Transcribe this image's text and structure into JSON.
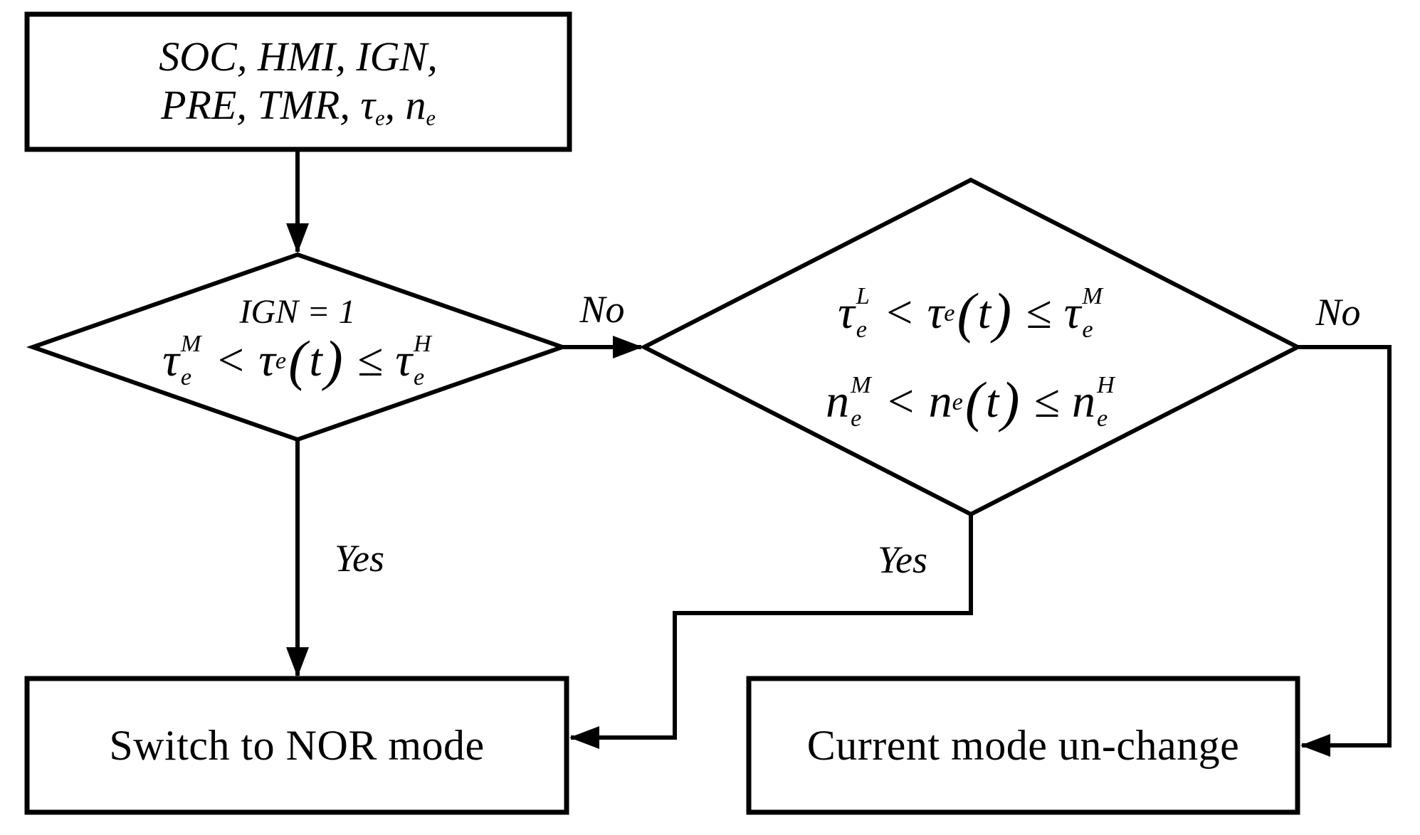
{
  "colors": {
    "ink": "#000000",
    "background": "#ffffff"
  },
  "start_box": {
    "line1": "SOC, HMI, IGN,",
    "line2": [
      {
        "k": "t",
        "t": "PRE, TMR, "
      },
      {
        "k": "t",
        "t": "τ"
      },
      {
        "k": "sub",
        "t": "e"
      },
      {
        "k": "t",
        "t": ", "
      },
      {
        "k": "t",
        "t": "n"
      },
      {
        "k": "sub",
        "t": "e"
      }
    ]
  },
  "decision_left": {
    "condition_line1": "IGN = 1",
    "condition_line2": [
      {
        "k": "t",
        "t": "τ"
      },
      {
        "k": "ss",
        "u": "M",
        "b": "e"
      },
      {
        "k": "op",
        "t": "<"
      },
      {
        "k": "t",
        "t": "τ"
      },
      {
        "k": "sub",
        "t": "e"
      },
      {
        "k": "par",
        "t": "("
      },
      {
        "k": "t",
        "t": "t"
      },
      {
        "k": "par",
        "t": ")"
      },
      {
        "k": "op",
        "t": "≤"
      },
      {
        "k": "t",
        "t": "τ"
      },
      {
        "k": "ss",
        "u": "H",
        "b": "e"
      }
    ]
  },
  "decision_right": {
    "condition_line1": [
      {
        "k": "t",
        "t": "τ"
      },
      {
        "k": "ss",
        "u": "L",
        "b": "e"
      },
      {
        "k": "op",
        "t": "<"
      },
      {
        "k": "t",
        "t": "τ"
      },
      {
        "k": "sub",
        "t": "e"
      },
      {
        "k": "par",
        "t": "("
      },
      {
        "k": "t",
        "t": "t"
      },
      {
        "k": "par",
        "t": ")"
      },
      {
        "k": "op",
        "t": "≤"
      },
      {
        "k": "t",
        "t": "τ"
      },
      {
        "k": "ss",
        "u": "M",
        "b": "e"
      }
    ],
    "condition_line2": [
      {
        "k": "t",
        "t": "n"
      },
      {
        "k": "ss",
        "u": "M",
        "b": "e"
      },
      {
        "k": "op",
        "t": "<"
      },
      {
        "k": "t",
        "t": "n"
      },
      {
        "k": "sub",
        "t": "e"
      },
      {
        "k": "par",
        "t": "("
      },
      {
        "k": "t",
        "t": "t"
      },
      {
        "k": "par",
        "t": ")"
      },
      {
        "k": "op",
        "t": "≤"
      },
      {
        "k": "t",
        "t": "n"
      },
      {
        "k": "ss",
        "u": "H",
        "b": "e"
      }
    ]
  },
  "edges": {
    "no_left": "No",
    "no_right": "No",
    "yes_left": "Yes",
    "yes_right": "Yes"
  },
  "result_boxes": {
    "switch_nor": "Switch to NOR mode",
    "unchanged": "Current mode un-change"
  }
}
